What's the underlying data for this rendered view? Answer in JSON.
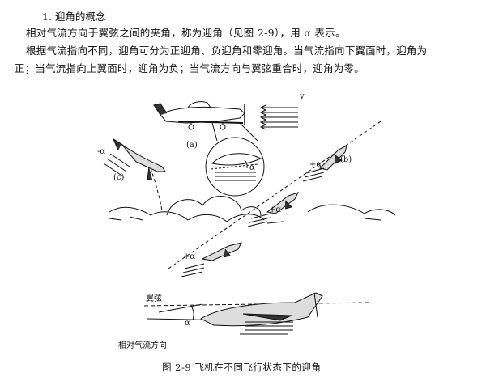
{
  "section": {
    "heading": "1. 迎角的概念",
    "paragraph1": "相对气流方向于翼弦之间的夹角，称为迎角（见图 2-9），用 α 表示。",
    "paragraph2_line1": "根据气流指向不同，迎角可分为正迎角、负迎角和零迎角。当气流指向下翼面时，迎角为",
    "paragraph2_line2": "正；当气流指向上翼面时，迎角为负；当气流方向与翼弦重合时，迎角为零。"
  },
  "figure": {
    "label_a": "(a)",
    "label_b": "(b)",
    "label_c": "(c)",
    "label_v": "v",
    "label_alpha": "α",
    "label_plus_alpha_1": "+α",
    "label_plus_alpha_2": "+α",
    "label_plus_alpha_3": "+α",
    "label_minus_alpha": "-α",
    "label_chord": "翼弦",
    "label_relative_wind": "相对气流方向",
    "caption": "图 2-9   飞机在不同飞行状态下的迎角"
  }
}
